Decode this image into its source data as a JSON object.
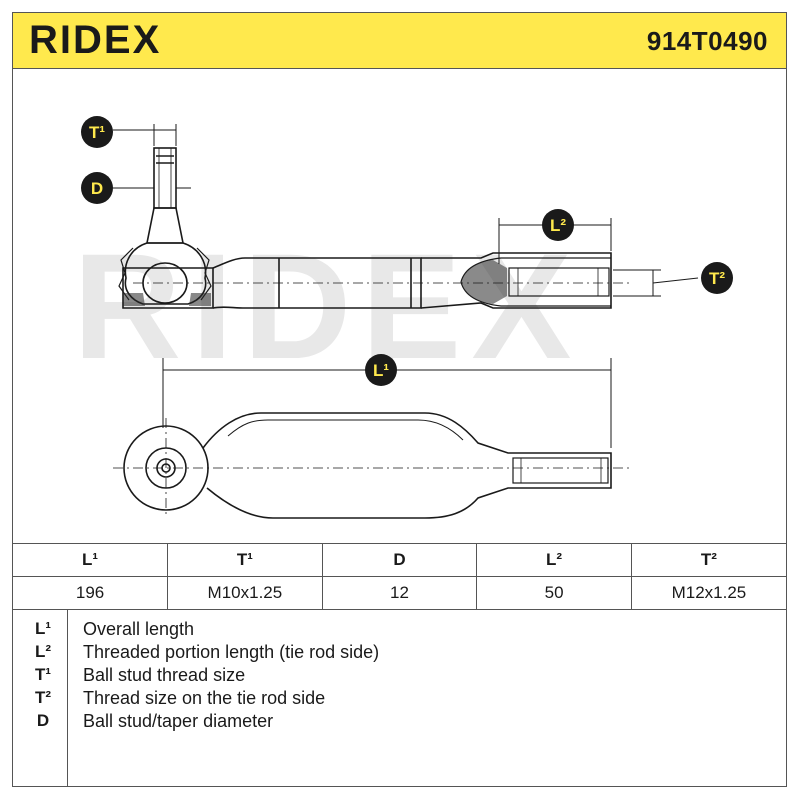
{
  "header": {
    "brand": "RIDEX",
    "part_number": "914T0490"
  },
  "drawing": {
    "watermark": "RIDEX",
    "callouts": {
      "t1": "T¹",
      "d": "D",
      "l2": "L²",
      "t2": "T²",
      "l1": "L¹"
    }
  },
  "specs": {
    "headers": [
      "L¹",
      "T¹",
      "D",
      "L²",
      "T²"
    ],
    "values": [
      "196",
      "M10x1.25",
      "12",
      "50",
      "M12x1.25"
    ]
  },
  "legend": [
    {
      "key": "L¹",
      "text": "Overall length"
    },
    {
      "key": "L²",
      "text": "Threaded portion length (tie rod side)"
    },
    {
      "key": "T¹",
      "text": "Ball stud thread size"
    },
    {
      "key": "T²",
      "text": "Thread size on the tie rod side"
    },
    {
      "key": "D",
      "text": "Ball stud/taper diameter"
    }
  ],
  "colors": {
    "header_bg": "#ffe94d",
    "callout_bg": "#1a1a1a",
    "callout_text": "#ffe94d",
    "watermark": "#e6e6e6"
  }
}
